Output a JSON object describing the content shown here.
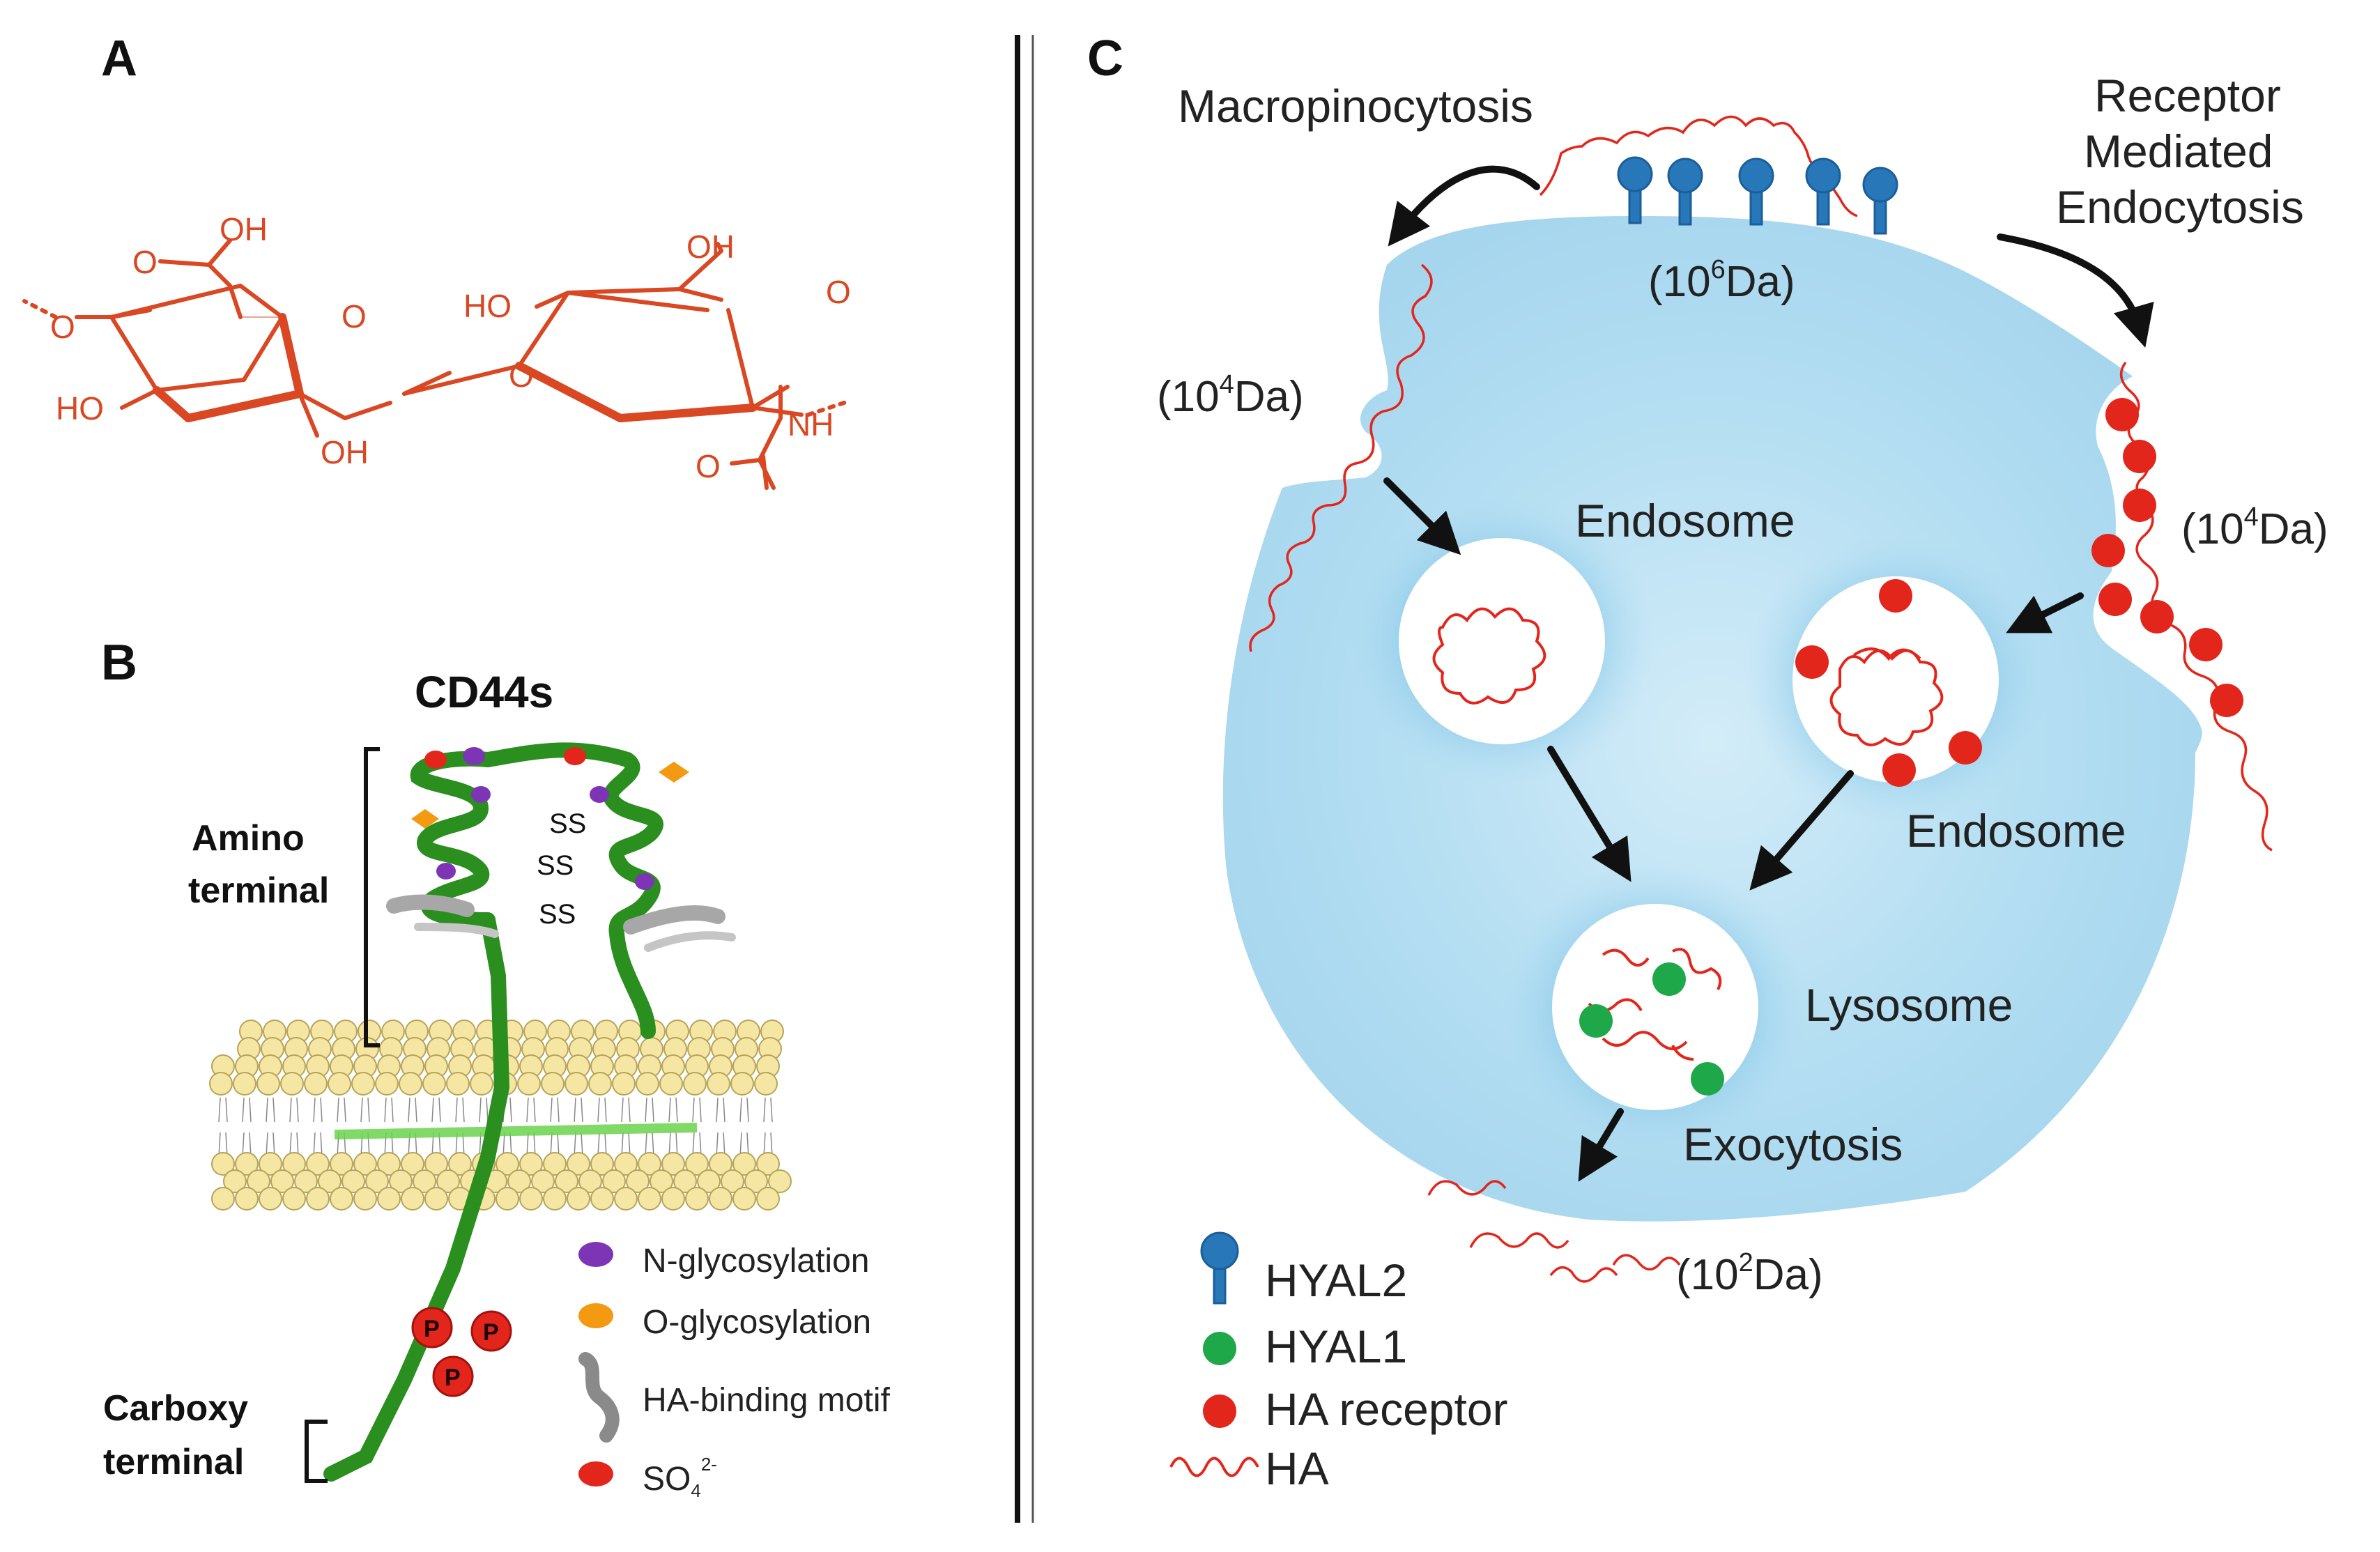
{
  "panels": {
    "a": {
      "letter": "A"
    },
    "b": {
      "letter": "B",
      "title": "CD44s",
      "amino_terminal": [
        "Amino",
        "terminal"
      ],
      "carboxy_terminal": [
        "Carboxy",
        "terminal"
      ],
      "disulfide": "SS",
      "phospho": "P",
      "legend": [
        {
          "label": "N-glycosylation",
          "color": "#7e35b5",
          "icon": "purple-dot"
        },
        {
          "label": "O-glycosylation",
          "color": "#f39a12",
          "icon": "orange-dot"
        },
        {
          "label": "HA-binding motif",
          "color": "#9c9c9c",
          "icon": "gray-hook"
        },
        {
          "label": "SO",
          "sub": "4",
          "sup": "2-",
          "color": "#e3261c",
          "icon": "red-dot"
        }
      ]
    },
    "c": {
      "letter": "C",
      "labels": {
        "macropinocytosis": "Macropinocytosis",
        "receptor_mediated": [
          "Receptor",
          "Mediated",
          "Endocytosis"
        ],
        "endosome_left": "Endosome",
        "endosome_right": "Endosome",
        "lysosome": "Lysosome",
        "exocytosis": "Exocytosis"
      },
      "sizes": {
        "top": {
          "pre": "(10",
          "sup": "6",
          "post": "Da)"
        },
        "left": {
          "pre": "(10",
          "sup": "4",
          "post": "Da)"
        },
        "right": {
          "pre": "(10",
          "sup": "4",
          "post": "Da)"
        },
        "bottom": {
          "pre": "(10",
          "sup": "2",
          "post": "Da)"
        }
      },
      "legend": [
        {
          "label": "HYAL2",
          "icon": "pin-icon",
          "color": "#2777b9"
        },
        {
          "label": "HYAL1",
          "icon": "green-dot",
          "color": "#1ea84a"
        },
        {
          "label": "HA receptor",
          "icon": "red-dot",
          "color": "#e3261c"
        },
        {
          "label": "HA",
          "icon": "wavy-line",
          "color": "#e3261c"
        }
      ]
    }
  },
  "colors": {
    "molecule": "#d94723",
    "protein": "#2a8f1e",
    "cell": "#a9d8ef",
    "lipid": "#f6e6a3"
  },
  "molecule_labels": {
    "oh_acid": "OH",
    "o_acid": "O",
    "o_ring1": "O",
    "o_left": "O",
    "ho_1": "HO",
    "oh_bottom": "OH",
    "o_link": "O",
    "oh_top": "OH",
    "ho_2": "HO",
    "o_ring2": "O",
    "nh": "NH",
    "o_amide": "O"
  }
}
